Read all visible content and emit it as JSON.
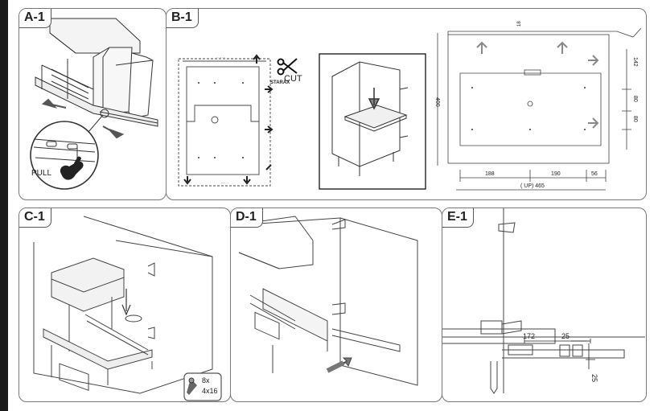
{
  "panels": {
    "a1": {
      "label": "A-1",
      "pull": "PULL"
    },
    "b1": {
      "label": "B-1",
      "cut": "CUT",
      "brand": "STARAX",
      "dims": {
        "top": "18",
        "side": "400",
        "r1": "142",
        "r2": "80",
        "r3": "80",
        "b1": "188",
        "b2": "190",
        "b3": "56",
        "total": "( UP) 465"
      }
    },
    "c1": {
      "label": "C-1",
      "screw_count": "8x",
      "screw_size": "4x16"
    },
    "d1": {
      "label": "D-1"
    },
    "e1": {
      "label": "E-1",
      "d172": "172",
      "d25a": "25",
      "d25b": "25"
    }
  },
  "colors": {
    "line": "#333333",
    "light": "#9a9a9a",
    "bg": "#1a1a1a"
  }
}
